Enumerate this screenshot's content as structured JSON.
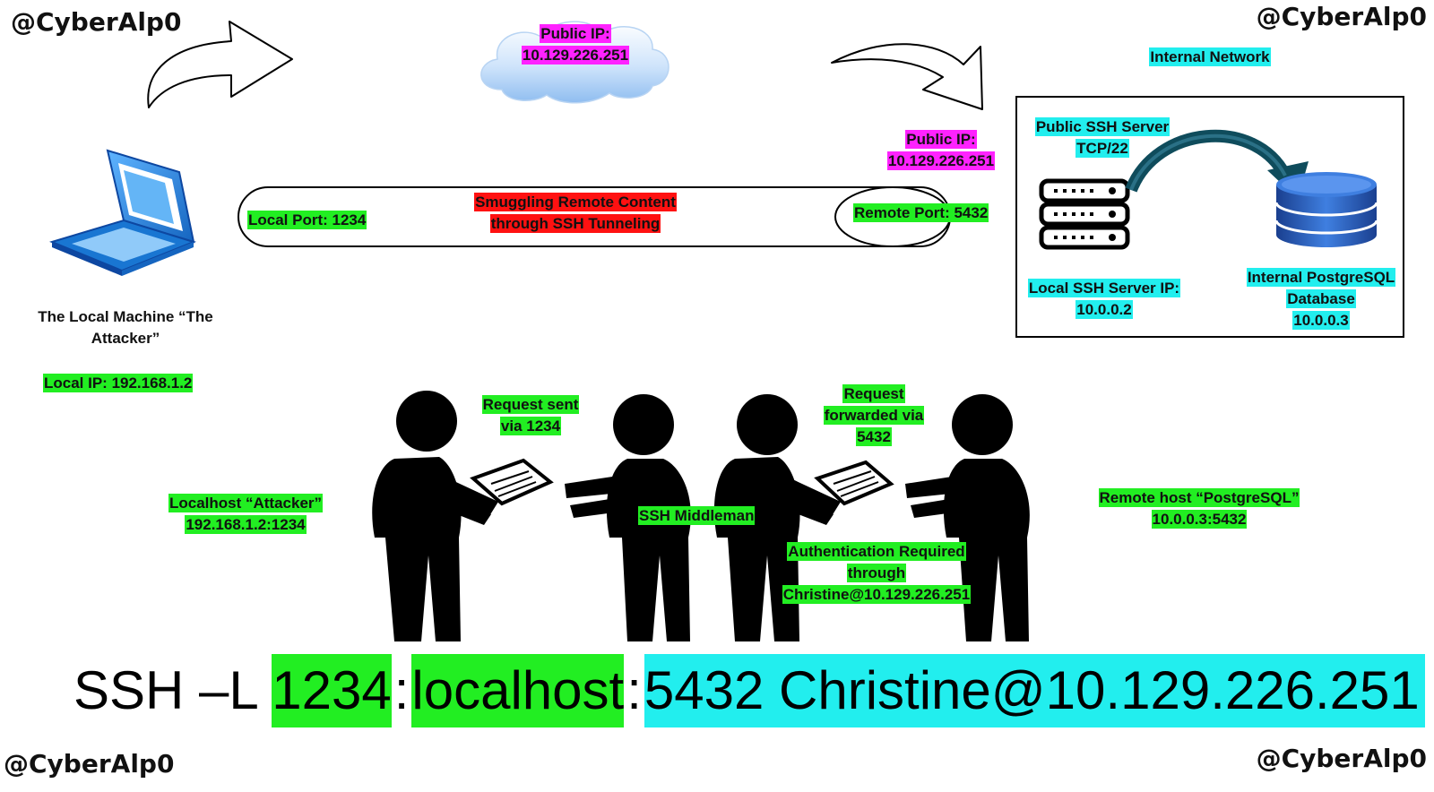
{
  "watermarks": [
    "@CyberAlp0",
    "@CyberAlp0",
    "@CyberAlp0",
    "@CyberAlp0"
  ],
  "cloud": {
    "line1": "Public IP:",
    "line2": "10.129.226.251"
  },
  "internal_network": "Internal Network",
  "public_ip_right": {
    "line1": "Public IP:",
    "line2": "10.129.226.251"
  },
  "public_ssh_server": {
    "line1": "Public SSH Server",
    "line2": "TCP/22"
  },
  "tunnel": {
    "local_port": "Local Port: 1234",
    "remote_port": "Remote Port: 5432",
    "title_line1": "Smuggling Remote Content",
    "title_line2": "through SSH Tunneling"
  },
  "local_ssh_server": {
    "line1": "Local SSH Server IP:",
    "line2": "10.0.0.2"
  },
  "postgres_db": {
    "line1": "Internal PostgreSQL",
    "line2": "Database",
    "line3": "10.0.0.3"
  },
  "local_machine": {
    "line1": "The Local Machine “The",
    "line2": "Attacker”",
    "ip": "Local IP: 192.168.1.2"
  },
  "request_sent": {
    "line1": "Request sent",
    "line2": "via 1234"
  },
  "request_forwarded": {
    "line1": "Request",
    "line2": "forwarded via",
    "line3": "5432"
  },
  "localhost_attacker": {
    "line1": "Localhost “Attacker”",
    "line2": "192.168.1.2:1234"
  },
  "ssh_middleman": "SSH Middleman",
  "remote_host": {
    "line1": "Remote host “PostgreSQL”",
    "line2": "10.0.0.3:5432"
  },
  "authentication": {
    "line1": "Authentication Required",
    "line2": "through",
    "line3": "Christine@10.129.226.251"
  },
  "command": {
    "prefix": "SSH –L ",
    "local_port": "1234",
    "sep1": ":",
    "host": "localhost",
    "sep2": ":",
    "target": "5432 Christine@10.129.226.251"
  },
  "colors": {
    "green_highlight": "#22ee22",
    "cyan_highlight": "#22eeee",
    "magenta_highlight": "#ff22ff",
    "red_highlight": "#ff1111",
    "laptop_blue": "#1e88e5",
    "db_blue": "#1f4fa8",
    "arc_teal": "#0f4c5c"
  },
  "icons": [
    "laptop-icon",
    "cloud-icon",
    "server-icon",
    "database-icon",
    "person-figure-icon",
    "document-icon",
    "curved-arrow-icon"
  ]
}
